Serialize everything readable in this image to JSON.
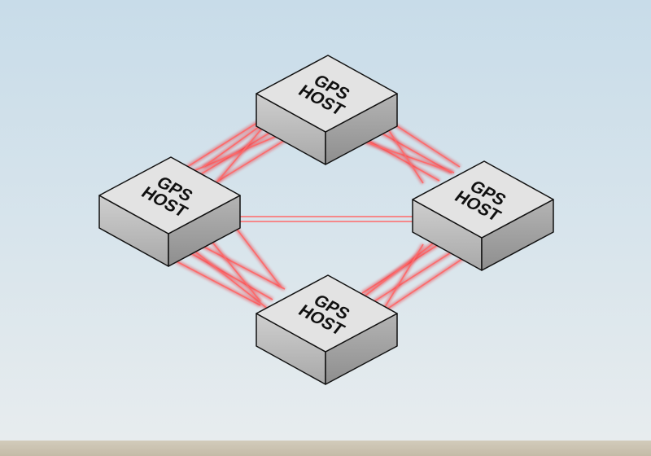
{
  "hosts": [
    {
      "id": "top",
      "line1": "GPS",
      "line2": "HOST"
    },
    {
      "id": "left",
      "line1": "GPS",
      "line2": "HOST"
    },
    {
      "id": "right",
      "line1": "GPS",
      "line2": "HOST"
    },
    {
      "id": "bottom",
      "line1": "GPS",
      "line2": "HOST"
    }
  ],
  "colors": {
    "link": "#e8303a",
    "box_top": "#e2e2e2",
    "box_left": "#bdbdbd",
    "box_right": "#a9a9a9"
  }
}
